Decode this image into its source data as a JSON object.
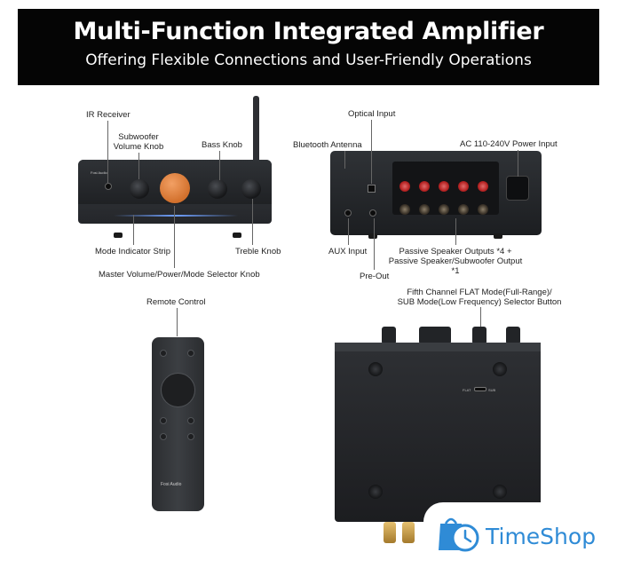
{
  "header": {
    "title": "Multi-Function Integrated Amplifier",
    "subtitle": "Offering Flexible Connections and User-Friendly Operations"
  },
  "front_labels": {
    "ir_receiver": "IR Receiver",
    "subwoofer_knob": "Subwoofer\nVolume Knob",
    "bass_knob": "Bass Knob",
    "mode_strip": "Mode Indicator Strip",
    "treble_knob": "Treble Knob",
    "master_knob": "Master Volume/Power/Mode Selector Knob"
  },
  "back_labels": {
    "optical_input": "Optical Input",
    "bluetooth_antenna": "Bluetooth Antenna",
    "ac_power": "AC 110-240V Power Input",
    "aux_input": "AUX Input",
    "speaker_outputs": "Passive Speaker Outputs *4 +\nPassive Speaker/Subwoofer Output *1",
    "pre_out": "Pre-Out"
  },
  "remote_labels": {
    "remote_control": "Remote Control"
  },
  "bottom_labels": {
    "fifth_channel": "Fifth Channel FLAT Mode(Full-Range)/\nSUB Mode(Low Frequency) Selector Button",
    "switch_flat": "FLAT",
    "switch_sub": "SUB"
  },
  "device_marks": {
    "front_brand": "Fosi Audio",
    "remote_brand": "Fosi Audio"
  },
  "watermark": {
    "text": "TimeShop"
  }
}
